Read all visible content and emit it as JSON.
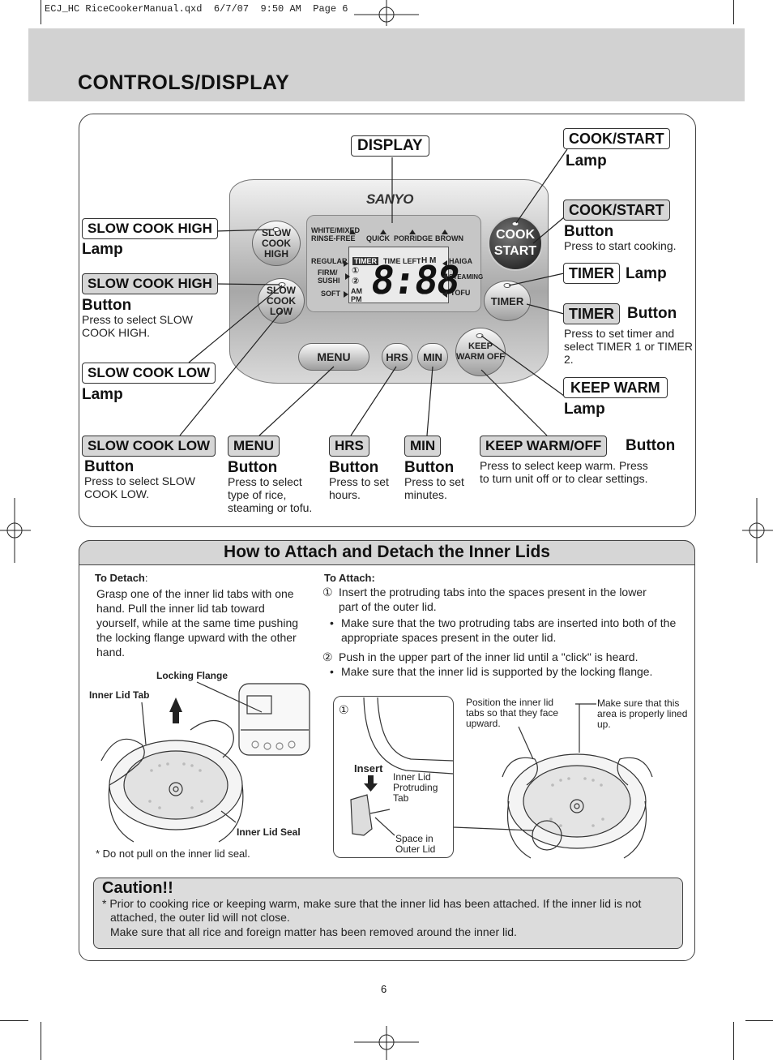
{
  "slug": "ECJ_HC RiceCookerManual.qxd  6/7/07  9:50 AM  Page 6",
  "section_title": "CONTROLS/DISPLAY",
  "display_label": "DISPLAY",
  "panel": {
    "brand": "SANYO",
    "menu_items_top": [
      "WHITE/MIXED RINSE-FREE",
      "QUICK",
      "PORRIDGE",
      "BROWN"
    ],
    "menu_items_left": [
      "REGULAR",
      "FIRM/ SUSHI",
      "SOFT"
    ],
    "menu_items_right": [
      "HAIGA",
      "STEAMING",
      "TOFU"
    ],
    "timer_tag": "TIMER",
    "time_left": "TIME LEFT",
    "hm": "H M",
    "timer_nums": [
      "①",
      "②"
    ],
    "am": "AM",
    "pm": "PM",
    "digits": "8:88",
    "btn_slow_high": "SLOW COOK HIGH",
    "btn_slow_low": "SLOW COOK LOW",
    "btn_menu": "MENU",
    "btn_hrs": "HRS",
    "btn_min": "MIN",
    "btn_keep_warm": "KEEP WARM OFF",
    "btn_cook_start": "COOK START",
    "btn_timer": "TIMER"
  },
  "callouts": {
    "slow_high_lamp": {
      "label": "SLOW COOK HIGH",
      "word": "Lamp"
    },
    "slow_high_button": {
      "label": "SLOW COOK HIGH",
      "word": "Button",
      "desc": "Press to select SLOW COOK HIGH."
    },
    "slow_low_lamp": {
      "label": "SLOW COOK LOW",
      "word": "Lamp"
    },
    "slow_low_button": {
      "label": "SLOW COOK LOW",
      "word": "Button",
      "desc": "Press to select SLOW COOK LOW."
    },
    "menu_button": {
      "label": "MENU",
      "word": "Button",
      "desc": "Press to select type of rice, steaming or tofu."
    },
    "hrs_button": {
      "label": "HRS",
      "word": "Button",
      "desc": "Press to set hours."
    },
    "min_button": {
      "label": "MIN",
      "word": "Button",
      "desc": "Press to set minutes."
    },
    "keep_warm_button": {
      "label": "KEEP WARM/OFF",
      "word": "Button",
      "desc": "Press to select keep warm. Press to turn unit off or to clear settings."
    },
    "cook_start_lamp": {
      "label": "COOK/START",
      "word": "Lamp"
    },
    "cook_start_button": {
      "label": "COOK/START",
      "word": "Button",
      "desc": "Press to start cooking."
    },
    "timer_lamp": {
      "label": "TIMER",
      "word": "Lamp"
    },
    "timer_button": {
      "label": "TIMER",
      "word": "Button",
      "desc": "Press to set timer and select TIMER 1 or TIMER 2."
    },
    "keep_warm_lamp": {
      "label": "KEEP WARM",
      "word": "Lamp"
    }
  },
  "lids": {
    "title": "How to Attach and Detach the Inner Lids",
    "detach_heading": "To Detach",
    "detach_colon": ":",
    "detach_text": "Grasp one of the inner lid tabs with one hand. Pull the inner lid tab toward yourself, while at the same time pushing the locking flange upward with the other hand.",
    "attach_heading": "To Attach:",
    "step1_num": "①",
    "step1": "Insert the protruding tabs into the spaces present in the lower part of the outer lid.",
    "step1_bullet": "Make sure that the two protruding tabs are inserted into both of the appropriate spaces present in the outer lid.",
    "step2_num": "②",
    "step2": "Push in the upper part of the inner lid until a \"click\" is heard.",
    "step2_bullet": "Make sure that the inner lid is supported by the locking flange.",
    "fig_locking_flange": "Locking Flange",
    "fig_inner_lid_tab": "Inner Lid Tab",
    "fig_inner_lid_seal": "Inner Lid Seal",
    "fig_note": "* Do not pull on the inner lid seal.",
    "fig2_num": "①",
    "fig2_insert": "Insert",
    "fig2_protruding_tab": "Inner Lid Protruding Tab",
    "fig2_space": "Space in Outer Lid",
    "fig3_position": "Position the inner lid tabs so that they face upward.",
    "fig3_lined": "Make sure that this area is properly lined up."
  },
  "caution": {
    "title": "Caution!!",
    "line1": "* Prior to cooking rice or keeping warm, make sure that the inner lid has been attached. If the inner lid is not attached, the outer lid will not close.",
    "line2": "Make sure that all rice and foreign matter has been removed around the inner lid."
  },
  "page_number": "6"
}
